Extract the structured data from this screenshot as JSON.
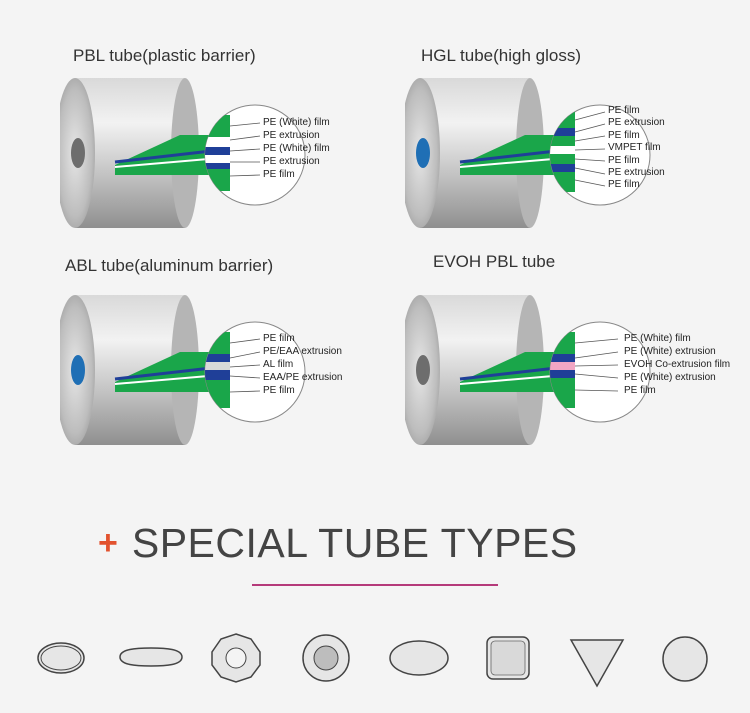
{
  "panels": [
    {
      "title": "PBL tube(plastic barrier)",
      "labels": [
        "PE (White) film",
        "PE extrusion",
        "PE (White) film",
        "PE extrusion",
        "PE film"
      ]
    },
    {
      "title": "HGL tube(high gloss)",
      "labels": [
        "PE film",
        "PE extrusion",
        "PE film",
        "VMPET film",
        "PE film",
        "PE extrusion",
        "PE film"
      ]
    },
    {
      "title": "ABL tube(aluminum barrier)",
      "labels": [
        "PE film",
        "PE/EAA extrusion",
        "AL film",
        "EAA/PE extrusion",
        "PE film"
      ]
    },
    {
      "title": "EVOH PBL tube",
      "labels": [
        "PE (White) film",
        "PE (White) extrusion",
        "EVOH Co-extrusion film",
        "PE (White) extrusion",
        "PE film"
      ]
    }
  ],
  "section": {
    "plus": "+",
    "heading": "SPECIAL TUBE TYPES"
  },
  "shapes": [
    "oval-ring-icon",
    "flat-oval-icon",
    "octagon-icon",
    "round-icon",
    "ellipse-icon",
    "square-icon",
    "triangle-icon",
    "circle-icon"
  ],
  "colors": {
    "green": "#1aa64a",
    "blue": "#1f3f98",
    "pink": "#f2a6c4",
    "white": "#ffffff",
    "accent": "#e2522e",
    "line": "#b53a7a"
  }
}
